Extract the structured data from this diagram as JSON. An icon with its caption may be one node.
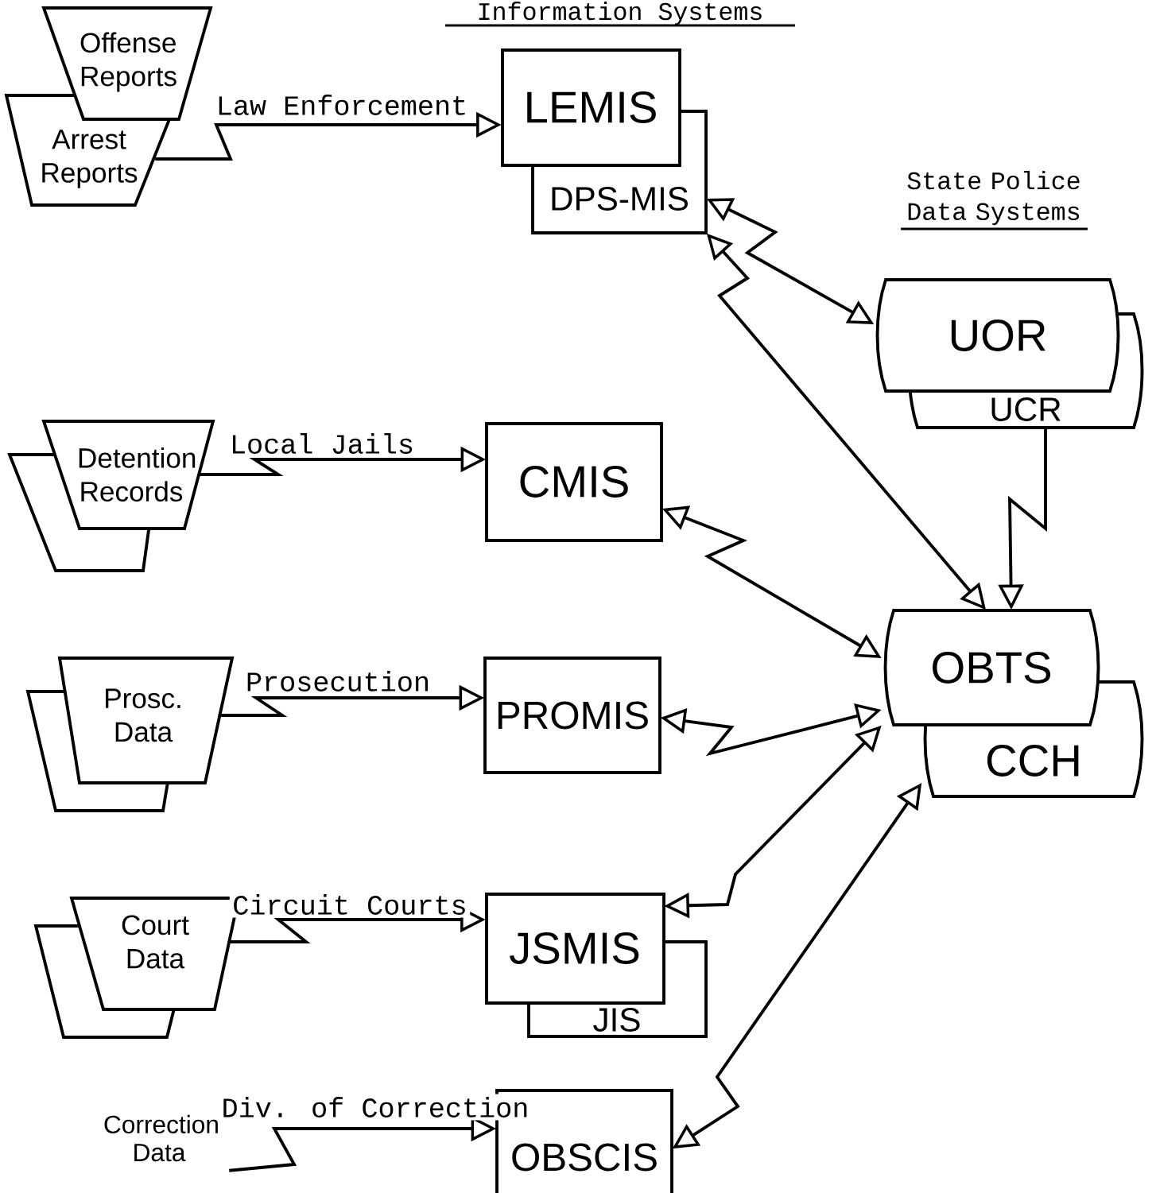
{
  "diagram": {
    "nodes": [
      {
        "text": [
          "Offense Reports"
        ]
      },
      {
        "text": [
          "Arrest Reports"
        ]
      },
      {
        "text": [
          "LEMIS"
        ]
      },
      {
        "text": [
          "DPS-MIS"
        ]
      },
      {
        "text": [
          "UOR"
        ]
      },
      {
        "text": [
          "UCR"
        ]
      },
      {
        "text": [
          "Detention Records"
        ]
      },
      {
        "text": [
          "CMIS"
        ]
      },
      {
        "text": [
          "OBTS"
        ]
      },
      {
        "text": [
          "CCH"
        ]
      },
      {
        "text": [
          "Prosc. Data"
        ]
      },
      {
        "text": [
          "PROMIS"
        ]
      },
      {
        "text": [
          "Court Data"
        ]
      },
      {
        "text": [
          "JSMIS"
        ]
      },
      {
        "text": [
          "JIS"
        ]
      },
      {
        "text": [
          "Correction Data"
        ]
      },
      {
        "text": [
          "OBSCIS"
        ]
      }
    ],
    "edges": [
      {
        "from": 1,
        "to": 2,
        "arrow": "to",
        "label": "Law Enforcement"
      },
      {
        "from": 6,
        "to": 7,
        "arrow": "to",
        "label": "Local Jails"
      },
      {
        "from": 10,
        "to": 11,
        "arrow": "to",
        "label": "Prosecution"
      },
      {
        "from": 12,
        "to": 13,
        "arrow": "to",
        "label": "Circuit Courts"
      },
      {
        "from": 15,
        "to": 16,
        "arrow": "to",
        "label": "Div. of Correction"
      },
      {
        "from": 3,
        "to": 4,
        "arrow": "both"
      },
      {
        "from": 3,
        "to": 8,
        "arrow": "both"
      },
      {
        "from": 5,
        "to": 8,
        "arrow": "to"
      },
      {
        "from": 7,
        "to": 8,
        "arrow": "both"
      },
      {
        "from": 11,
        "to": 8,
        "arrow": "both"
      },
      {
        "from": 13,
        "to": 8,
        "arrow": "both"
      },
      {
        "from": 16,
        "to": 9,
        "arrow": "both"
      }
    ],
    "labels": [
      "Information Systems",
      "State Police Data Systems"
    ]
  }
}
